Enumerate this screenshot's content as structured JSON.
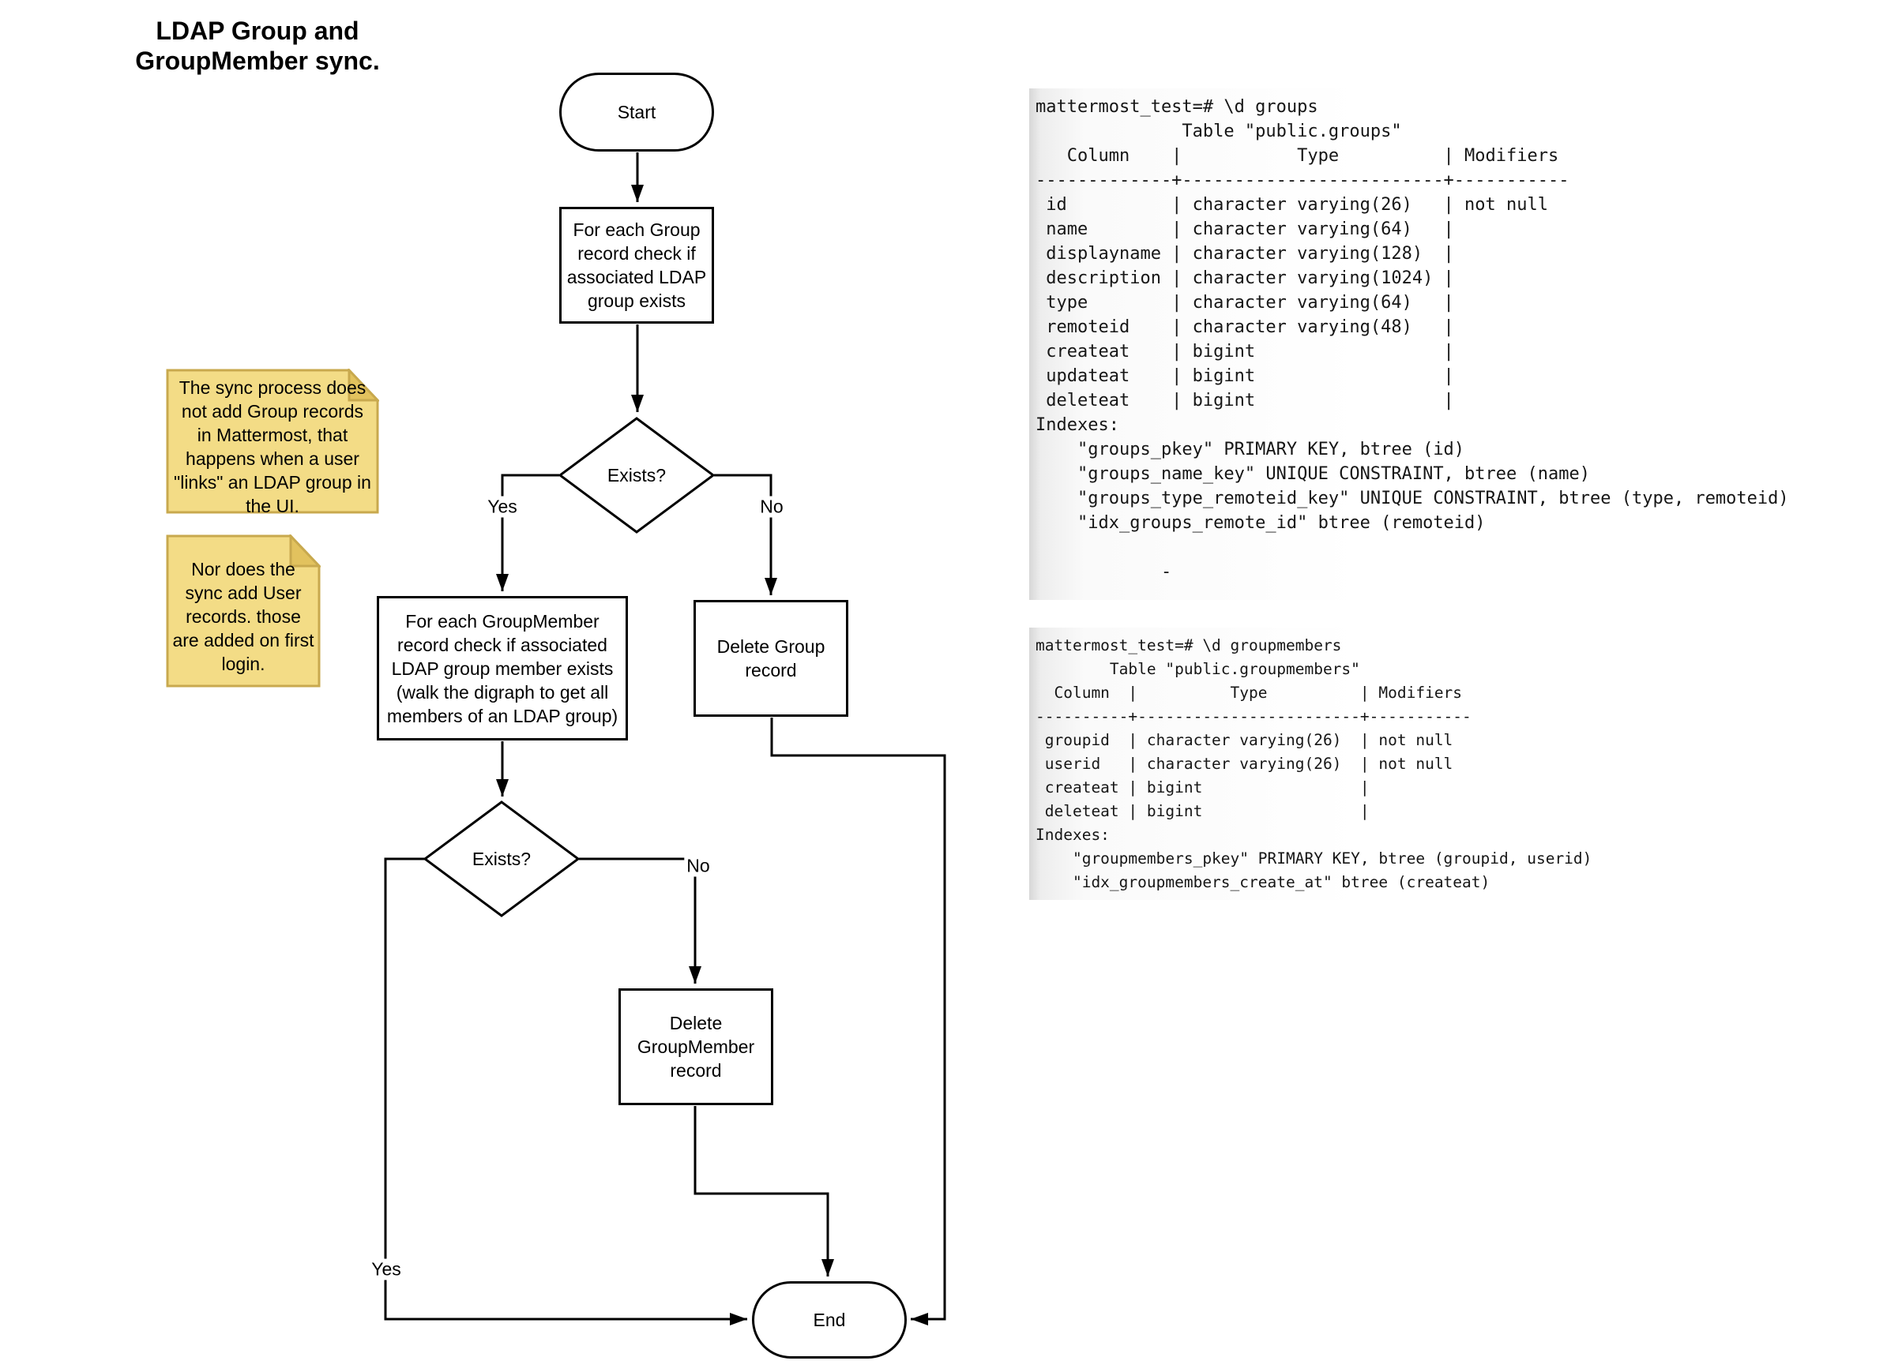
{
  "title": "LDAP Group and\nGroupMember sync.",
  "flowchart": {
    "start_label": "Start",
    "check_group": "For each Group record check if associated LDAP group exists",
    "decision1": "Exists?",
    "yes1": "Yes",
    "no1": "No",
    "check_groupmember": "For each GroupMember record check if associated LDAP group member exists (walk the digraph to get all members of an LDAP group)",
    "delete_group": "Delete Group record",
    "decision2": "Exists?",
    "yes2": "Yes",
    "no2": "No",
    "delete_groupmember": "Delete GroupMember record",
    "end_label": "End"
  },
  "notes": [
    {
      "text": "The sync process does not add Group records in Mattermost, that happens when a user \"links\" an LDAP group in the UI."
    },
    {
      "text": "Nor does the sync add User records. those are added on first login."
    }
  ],
  "terminals": [
    {
      "text": "mattermost_test=# \\d groups\n              Table \"public.groups\"\n   Column    |           Type          | Modifiers\n-------------+-------------------------+-----------\n id          | character varying(26)   | not null\n name        | character varying(64)   |\n displayname | character varying(128)  |\n description | character varying(1024) |\n type        | character varying(64)   |\n remoteid    | character varying(48)   |\n createat    | bigint                  |\n updateat    | bigint                  |\n deleteat    | bigint                  |\nIndexes:\n    \"groups_pkey\" PRIMARY KEY, btree (id)\n    \"groups_name_key\" UNIQUE CONSTRAINT, btree (name)\n    \"groups_type_remoteid_key\" UNIQUE CONSTRAINT, btree (type, remoteid)\n    \"idx_groups_remote_id\" btree (remoteid)\n\n            -"
    },
    {
      "text": "mattermost_test=# \\d groupmembers\n        Table \"public.groupmembers\"\n  Column  |          Type          | Modifiers\n----------+------------------------+-----------\n groupid  | character varying(26)  | not null\n userid   | character varying(26)  | not null\n createat | bigint                 |\n deleteat | bigint                 |\nIndexes:\n    \"groupmembers_pkey\" PRIMARY KEY, btree (groupid, userid)\n    \"idx_groupmembers_create_at\" btree (createat)"
    }
  ],
  "colors": {
    "line": "#000000",
    "note_body": "#f3dc86",
    "note_fold": "#e2c25e",
    "note_border": "#c8a94e"
  }
}
